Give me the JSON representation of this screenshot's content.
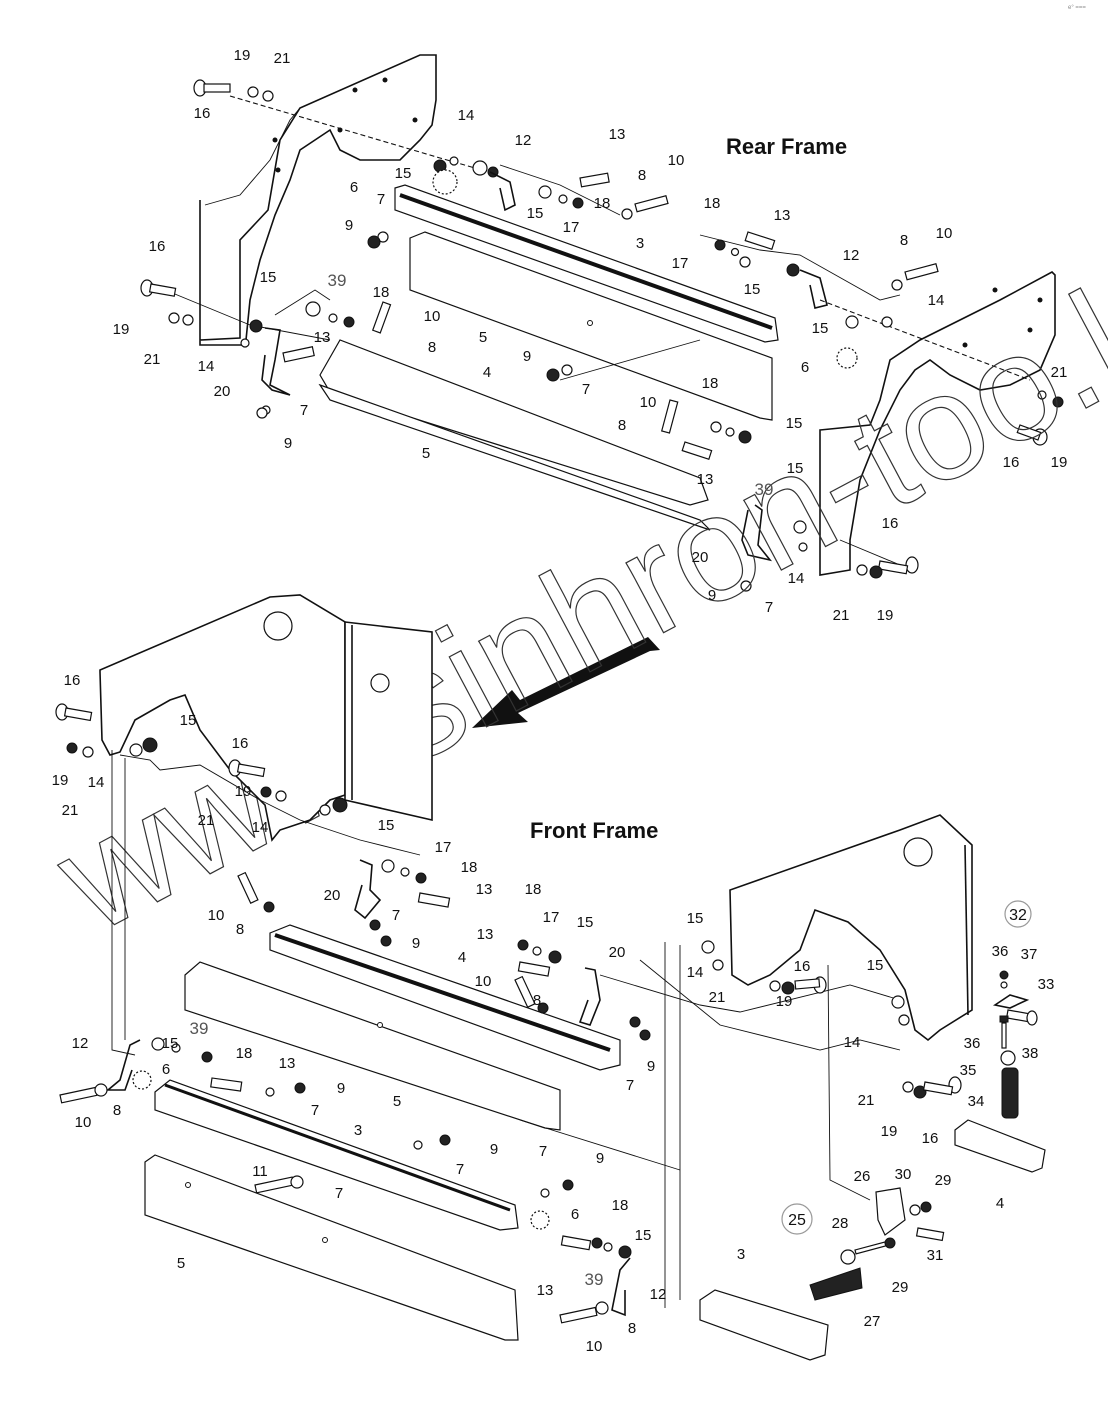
{
  "corner_mark": "e° ===",
  "sections": {
    "rear": {
      "title": "Rear Frame"
    },
    "front": {
      "title": "Front Frame"
    }
  },
  "watermark": "www.sinhron-too.kz",
  "direction_arrow": {
    "icon": "arrow-down-left-icon",
    "meaning": "rear frame assembles to front frame"
  },
  "callouts_circled": [
    "32",
    "25"
  ],
  "rear_labels": [
    "19",
    "21",
    "16",
    "14",
    "12",
    "13",
    "10",
    "8",
    "15",
    "18",
    "17",
    "15",
    "6",
    "7",
    "9",
    "3",
    "18",
    "13",
    "12",
    "8",
    "10",
    "17",
    "15",
    "14",
    "15",
    "16",
    "15",
    "39",
    "18",
    "10",
    "19",
    "13",
    "21",
    "14",
    "5",
    "8",
    "9",
    "7",
    "4",
    "20",
    "7",
    "9",
    "5",
    "6",
    "10",
    "8",
    "18",
    "15",
    "13",
    "39",
    "15",
    "20",
    "14",
    "16",
    "21",
    "19",
    "9",
    "7",
    "21",
    "19",
    "16"
  ],
  "front_labels": [
    "16",
    "15",
    "19",
    "14",
    "21",
    "16",
    "19",
    "21",
    "14",
    "15",
    "17",
    "18",
    "13",
    "20",
    "10",
    "8",
    "7",
    "9",
    "18",
    "17",
    "15",
    "13",
    "4",
    "20",
    "10",
    "8",
    "7",
    "9",
    "15",
    "39",
    "18",
    "12",
    "13",
    "6",
    "9",
    "10",
    "8",
    "7",
    "5",
    "3",
    "9",
    "7",
    "9",
    "7",
    "11",
    "7",
    "5",
    "6",
    "18",
    "15",
    "13",
    "39",
    "12",
    "8",
    "10",
    "15",
    "14",
    "16",
    "21",
    "19",
    "15",
    "14",
    "21",
    "19",
    "16",
    "36",
    "37",
    "33",
    "36",
    "38",
    "35",
    "34",
    "4",
    "26",
    "30",
    "29",
    "28",
    "29",
    "31",
    "3",
    "27"
  ],
  "part_numbers": [
    "3",
    "4",
    "5",
    "6",
    "7",
    "8",
    "9",
    "10",
    "11",
    "12",
    "13",
    "14",
    "15",
    "16",
    "17",
    "18",
    "19",
    "20",
    "21",
    "25",
    "26",
    "27",
    "28",
    "29",
    "30",
    "31",
    "32",
    "33",
    "34",
    "35",
    "36",
    "37",
    "38",
    "39"
  ]
}
